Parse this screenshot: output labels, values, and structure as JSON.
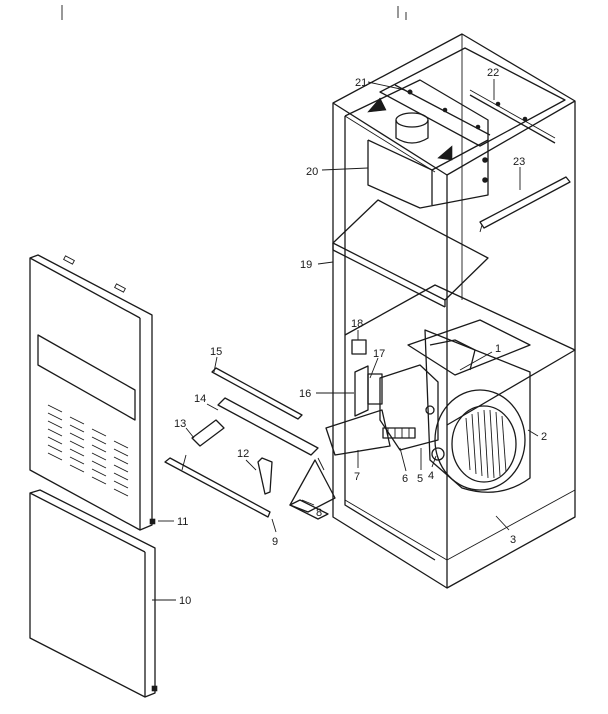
{
  "diagram": {
    "colors": {
      "ink": "#1a1a1a",
      "paper": "#ffffff"
    },
    "callouts": [
      {
        "id": "c1",
        "label": "1"
      },
      {
        "id": "c2",
        "label": "2"
      },
      {
        "id": "c3",
        "label": "3"
      },
      {
        "id": "c4",
        "label": "4"
      },
      {
        "id": "c5",
        "label": "5"
      },
      {
        "id": "c6",
        "label": "6"
      },
      {
        "id": "c7",
        "label": "7"
      },
      {
        "id": "c8",
        "label": "8"
      },
      {
        "id": "c9",
        "label": "9"
      },
      {
        "id": "c10",
        "label": "10"
      },
      {
        "id": "c11",
        "label": "11"
      },
      {
        "id": "c12",
        "label": "12"
      },
      {
        "id": "c13",
        "label": "13"
      },
      {
        "id": "c14",
        "label": "14"
      },
      {
        "id": "c15",
        "label": "15"
      },
      {
        "id": "c16",
        "label": "16"
      },
      {
        "id": "c17",
        "label": "17"
      },
      {
        "id": "c18",
        "label": "18"
      },
      {
        "id": "c19",
        "label": "19"
      },
      {
        "id": "c20",
        "label": "20"
      },
      {
        "id": "c21",
        "label": "21"
      },
      {
        "id": "c22",
        "label": "22"
      },
      {
        "id": "c23",
        "label": "23"
      }
    ]
  }
}
